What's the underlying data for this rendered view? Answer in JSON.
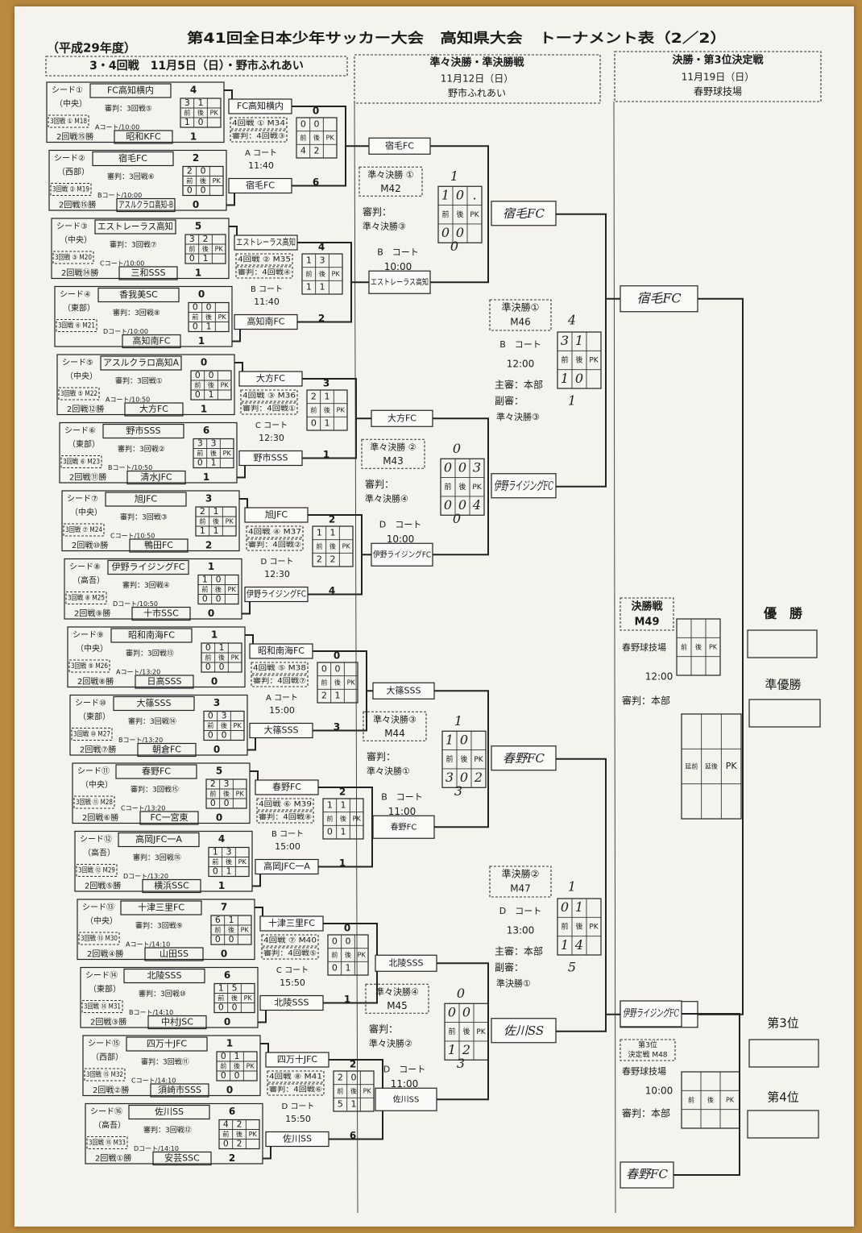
{
  "header": {
    "year": "（平成29年度）",
    "title": "第41回全日本少年サッカー大会　高知県大会　トーナメント表（2／2）"
  },
  "sections": {
    "r34": {
      "line1": "3・4回戦　11月5日（日）・野市ふれあい"
    },
    "qf": {
      "line1": "準々決勝・準決勝戦",
      "line2": "11月12日（日）",
      "line3": "野市ふれあい"
    },
    "final": {
      "line1": "決勝・第3位決定戦",
      "line2": "11月19日（日）",
      "line3": "春野球技場"
    }
  },
  "score_headers": {
    "mae": "前",
    "ato": "後",
    "pk": "PK",
    "enmae": "延前",
    "enato": "延後"
  },
  "groups": [
    {
      "seed": "シード①",
      "seed_team": "FC高知横内",
      "region": "（中央）",
      "ref": "審判：3回戦⑤",
      "r3": "3回戦 ① M18",
      "court": "Aコート/10:00",
      "winner_label": "2回戦⑮勝",
      "win_team": "昭和KFC",
      "t1": "4",
      "t2": "1",
      "h1": [
        "3",
        "1",
        ""
      ],
      "h2": [
        "1",
        "0",
        ""
      ],
      "r4_top": "FC高知横内",
      "r4_bot": "宿毛FC",
      "r4_match": "4回戦 ① M34",
      "r4_ref": "審判：4回戦③",
      "r4_court": "A コート",
      "r4_time": "11:40",
      "r4_t1": "0",
      "r4_t2": "6",
      "r4_h1": [
        "0",
        "0",
        ""
      ],
      "r4_h2": [
        "4",
        "2",
        ""
      ]
    },
    {
      "seed": "シード②",
      "seed_team": "宿毛FC",
      "region": "（西部）",
      "ref": "審判：3回戦⑥",
      "r3": "3回戦 ② M19",
      "court": "Bコート/10:00",
      "winner_label": "2回戦⑮勝",
      "win_team": "アスルクラロ高知-B",
      "t1": "2",
      "t2": "0",
      "h1": [
        "2",
        "0",
        ""
      ],
      "h2": [
        "0",
        "0",
        ""
      ]
    },
    {
      "seed": "シード③",
      "seed_team": "エストレーラス高知",
      "region": "（中央）",
      "ref": "審判：3回戦⑦",
      "r3": "3回戦 ③ M20",
      "court": "Cコート/10:00",
      "winner_label": "2回戦⑭勝",
      "win_team": "三和SSS",
      "t1": "5",
      "t2": "1",
      "h1": [
        "3",
        "2",
        ""
      ],
      "h2": [
        "0",
        "1",
        ""
      ],
      "r4_top": "エストレーラス高知",
      "r4_bot": "高知南FC",
      "r4_match": "4回戦 ② M35",
      "r4_ref": "審判：4回戦④",
      "r4_court": "B コート",
      "r4_time": "11:40",
      "r4_t1": "4",
      "r4_t2": "2",
      "r4_h1": [
        "1",
        "3",
        ""
      ],
      "r4_h2": [
        "1",
        "1",
        ""
      ]
    },
    {
      "seed": "シード④",
      "seed_team": "香我美SC",
      "region": "（東部）",
      "ref": "審判：3回戦⑧",
      "r3": "3回戦 ④ M21",
      "court": "Dコート/10:00",
      "winner_label": "",
      "win_team": "高知南FC",
      "t1": "0",
      "t2": "1",
      "h1": [
        "0",
        "0",
        ""
      ],
      "h2": [
        "0",
        "1",
        ""
      ]
    },
    {
      "seed": "シード⑤",
      "seed_team": "アスルクラロ高知A",
      "region": "（中央）",
      "ref": "審判：3回戦①",
      "r3": "3回戦 ⑤ M22",
      "court": "Aコート/10:50",
      "winner_label": "2回戦⑫勝",
      "win_team": "大方FC",
      "t1": "0",
      "t2": "1",
      "h1": [
        "0",
        "0",
        ""
      ],
      "h2": [
        "0",
        "1",
        ""
      ],
      "r4_top": "大方FC",
      "r4_bot": "野市SSS",
      "r4_match": "4回戦 ③ M36",
      "r4_ref": "審判：4回戦①",
      "r4_court": "C コート",
      "r4_time": "12:30",
      "r4_t1": "3",
      "r4_t2": "1",
      "r4_h1": [
        "2",
        "1",
        ""
      ],
      "r4_h2": [
        "0",
        "1",
        ""
      ]
    },
    {
      "seed": "シード⑥",
      "seed_team": "野市SSS",
      "region": "（東部）",
      "ref": "審判：3回戦②",
      "r3": "3回戦 ⑥ M23",
      "court": "Bコート/10:50",
      "winner_label": "2回戦⑪勝",
      "win_team": "清水JFC",
      "t1": "6",
      "t2": "1",
      "h1": [
        "3",
        "3",
        ""
      ],
      "h2": [
        "0",
        "1",
        ""
      ]
    },
    {
      "seed": "シード⑦",
      "seed_team": "旭JFC",
      "region": "（中央）",
      "ref": "審判：3回戦③",
      "r3": "3回戦 ⑦ M24",
      "court": "Cコート/10:50",
      "winner_label": "2回戦⑩勝",
      "win_team": "鴨田FC",
      "t1": "3",
      "t2": "2",
      "h1": [
        "2",
        "1",
        ""
      ],
      "h2": [
        "1",
        "1",
        ""
      ],
      "r4_top": "旭JFC",
      "r4_bot": "伊野ライジングFC",
      "r4_match": "4回戦 ④ M37",
      "r4_ref": "審判：4回戦②",
      "r4_court": "D コート",
      "r4_time": "12:30",
      "r4_t1": "2",
      "r4_t2": "4",
      "r4_h1": [
        "1",
        "1",
        ""
      ],
      "r4_h2": [
        "2",
        "2",
        ""
      ]
    },
    {
      "seed": "シード⑧",
      "seed_team": "伊野ライジングFC",
      "region": "（高吾）",
      "ref": "審判：3回戦④",
      "r3": "3回戦 ⑧ M25",
      "court": "Dコート/10:50",
      "winner_label": "2回戦⑨勝",
      "win_team": "十市SSC",
      "t1": "1",
      "t2": "0",
      "h1": [
        "1",
        "0",
        ""
      ],
      "h2": [
        "0",
        "0",
        ""
      ]
    },
    {
      "seed": "シード⑨",
      "seed_team": "昭和南海FC",
      "region": "（中央）",
      "ref": "審判：3回戦⑬",
      "r3": "3回戦 ⑨ M26",
      "court": "Aコート/13:20",
      "winner_label": "2回戦⑧勝",
      "win_team": "日高SSS",
      "t1": "1",
      "t2": "0",
      "h1": [
        "0",
        "1",
        ""
      ],
      "h2": [
        "0",
        "0",
        ""
      ],
      "r4_top": "昭和南海FC",
      "r4_bot": "大篠SSS",
      "r4_match": "4回戦 ⑤ M38",
      "r4_ref": "審判：4回戦⑦",
      "r4_court": "A コート",
      "r4_time": "15:00",
      "r4_t1": "0",
      "r4_t2": "3",
      "r4_h1": [
        "0",
        "0",
        ""
      ],
      "r4_h2": [
        "2",
        "1",
        ""
      ]
    },
    {
      "seed": "シード⑩",
      "seed_team": "大篠SSS",
      "region": "（東部）",
      "ref": "審判：3回戦⑭",
      "r3": "3回戦 ⑩ M27",
      "court": "Bコート/13:20",
      "winner_label": "2回戦⑦勝",
      "win_team": "朝倉FC",
      "t1": "3",
      "t2": "0",
      "h1": [
        "0",
        "3",
        ""
      ],
      "h2": [
        "0",
        "0",
        ""
      ]
    },
    {
      "seed": "シード⑪",
      "seed_team": "春野FC",
      "region": "（中央）",
      "ref": "審判：3回戦⑮",
      "r3": "3回戦 ⑪ M28",
      "court": "Cコート/13:20",
      "winner_label": "2回戦⑥勝",
      "win_team": "FC一宮東",
      "t1": "5",
      "t2": "0",
      "h1": [
        "2",
        "3",
        ""
      ],
      "h2": [
        "0",
        "0",
        ""
      ],
      "r4_top": "春野FC",
      "r4_bot": "高岡JFC一A",
      "r4_match": "4回戦 ⑥ M39",
      "r4_ref": "審判：4回戦⑧",
      "r4_court": "B コート",
      "r4_time": "15:00",
      "r4_t1": "2",
      "r4_t2": "1",
      "r4_h1": [
        "1",
        "1",
        ""
      ],
      "r4_h2": [
        "0",
        "1",
        ""
      ]
    },
    {
      "seed": "シード⑫",
      "seed_team": "高岡JFC一A",
      "region": "（高吾）",
      "ref": "審判：3回戦⑯",
      "r3": "3回戦 ⑫ M29",
      "court": "Dコート/13:20",
      "winner_label": "2回戦⑤勝",
      "win_team": "横浜SSC",
      "t1": "4",
      "t2": "1",
      "h1": [
        "1",
        "3",
        ""
      ],
      "h2": [
        "0",
        "1",
        ""
      ]
    },
    {
      "seed": "シード⑬",
      "seed_team": "十津三里FC",
      "region": "（中央）",
      "ref": "審判：3回戦⑨",
      "r3": "3回戦 ⑬ M30",
      "court": "Aコート/14:10",
      "winner_label": "2回戦④勝",
      "win_team": "山田SS",
      "t1": "7",
      "t2": "0",
      "h1": [
        "6",
        "1",
        ""
      ],
      "h2": [
        "0",
        "0",
        ""
      ],
      "r4_top": "十津三里FC",
      "r4_bot": "北陵SSS",
      "r4_match": "4回戦 ⑦ M40",
      "r4_ref": "審判：4回戦⑤",
      "r4_court": "C コート",
      "r4_time": "15:50",
      "r4_t1": "0",
      "r4_t2": "1",
      "r4_h1": [
        "0",
        "0",
        ""
      ],
      "r4_h2": [
        "0",
        "1",
        ""
      ]
    },
    {
      "seed": "シード⑭",
      "seed_team": "北陵SSS",
      "region": "（東部）",
      "ref": "審判：3回戦⑩",
      "r3": "3回戦 ⑭ M31",
      "court": "Bコート/14:10",
      "winner_label": "2回戦③勝",
      "win_team": "中村JSC",
      "t1": "6",
      "t2": "0",
      "h1": [
        "1",
        "5",
        ""
      ],
      "h2": [
        "0",
        "0",
        ""
      ]
    },
    {
      "seed": "シード⑮",
      "seed_team": "四万十JFC",
      "region": "（西部）",
      "ref": "審判：3回戦⑪",
      "r3": "3回戦 ⑮ M32",
      "court": "Cコート/14:10",
      "winner_label": "2回戦②勝",
      "win_team": "須崎市SSS",
      "t1": "1",
      "t2": "0",
      "h1": [
        "0",
        "1",
        ""
      ],
      "h2": [
        "0",
        "0",
        ""
      ],
      "r4_top": "四万十JFC",
      "r4_bot": "佐川SS",
      "r4_match": "4回戦 ⑧ M41",
      "r4_ref": "審判：4回戦⑥",
      "r4_court": "D コート",
      "r4_time": "15:50",
      "r4_t1": "2",
      "r4_t2": "6",
      "r4_h1": [
        "2",
        "0",
        ""
      ],
      "r4_h2": [
        "5",
        "1",
        ""
      ]
    },
    {
      "seed": "シード⑯",
      "seed_team": "佐川SS",
      "region": "（高吾）",
      "ref": "審判：3回戦⑫",
      "r3": "3回戦 ⑯ M33",
      "court": "Dコート/14:10",
      "winner_label": "2回戦①勝",
      "win_team": "安芸SSC",
      "t1": "6",
      "t2": "2",
      "h1": [
        "4",
        "2",
        ""
      ],
      "h2": [
        "0",
        "2",
        ""
      ]
    }
  ],
  "qf": [
    {
      "top": "宿毛FC",
      "bot": "エストレーラス高知",
      "match": "準々決勝 ①",
      "mnum": "M42",
      "ref1": "審判：",
      "ref2": "準々決勝③",
      "court": "B　コート",
      "time": "10:00",
      "t1": "1",
      "t2": "0",
      "h1": [
        "1",
        "0",
        "."
      ],
      "h2": [
        "0",
        "0",
        ""
      ],
      "winner": "宿毛FC"
    },
    {
      "top": "大方FC",
      "bot": "伊野ライジングFC",
      "match": "準々決勝 ②",
      "mnum": "M43",
      "ref1": "審判：",
      "ref2": "準々決勝④",
      "court": "D　コート",
      "time": "10:00",
      "t1": "0",
      "t2": "0",
      "h1": [
        "0",
        "0",
        "3"
      ],
      "h2": [
        "0",
        "0",
        "4"
      ],
      "winner": "伊野ライジングFC"
    },
    {
      "top": "大篠SSS",
      "bot": "春野FC",
      "match": "準々決勝③",
      "mnum": "M44",
      "ref1": "審判：",
      "ref2": "準々決勝①",
      "court": "B　コート",
      "time": "11:00",
      "t1": "1",
      "t2": "3",
      "h1": [
        "1",
        "0",
        ""
      ],
      "h2": [
        "3",
        "0",
        "2"
      ],
      "winner": "春野FC"
    },
    {
      "top": "北陵SSS",
      "bot": "佐川SS",
      "match": "準々決勝④",
      "mnum": "M45",
      "ref1": "審判：",
      "ref2": "準々決勝②",
      "court": "D　コート",
      "time": "11:00",
      "t1": "0",
      "t2": "3",
      "h1": [
        "0",
        "0",
        ""
      ],
      "h2": [
        "1",
        "2",
        ""
      ],
      "winner": "佐川SS"
    }
  ],
  "sf": [
    {
      "match": "準決勝①",
      "mnum": "M46",
      "court": "B　コート",
      "time": "12:00",
      "main": "主審：本部",
      "sub1": "副審：",
      "sub2": "準々決勝③",
      "t1": "4",
      "t2": "1",
      "h1": [
        "3",
        "1",
        ""
      ],
      "h2": [
        "1",
        "0",
        ""
      ],
      "winner": "宿毛FC"
    },
    {
      "match": "準決勝②",
      "mnum": "M47",
      "court": "D　コート",
      "time": "13:00",
      "main": "主審：本部",
      "sub1": "副審：",
      "sub2": "準決勝①",
      "t1": "1",
      "t2": "5",
      "h1": [
        "0",
        "1",
        ""
      ],
      "h2": [
        "1",
        "4",
        ""
      ],
      "winner": "佐川SS"
    }
  ],
  "final": {
    "match": "決勝戦",
    "mnum": "M49",
    "venue": "春野球技場",
    "time": "12:00",
    "ref": "審判：本部",
    "champion_label": "優　勝",
    "runnerup_label": "準優勝"
  },
  "third": {
    "team_top": "伊野ライジングFC",
    "team_bot": "春野FC",
    "match": "第3位",
    "match2": "決定戦 M48",
    "venue": "春野球技場",
    "time": "10:00",
    "ref": "審判：本部",
    "third_label": "第3位",
    "fourth_label": "第4位"
  }
}
